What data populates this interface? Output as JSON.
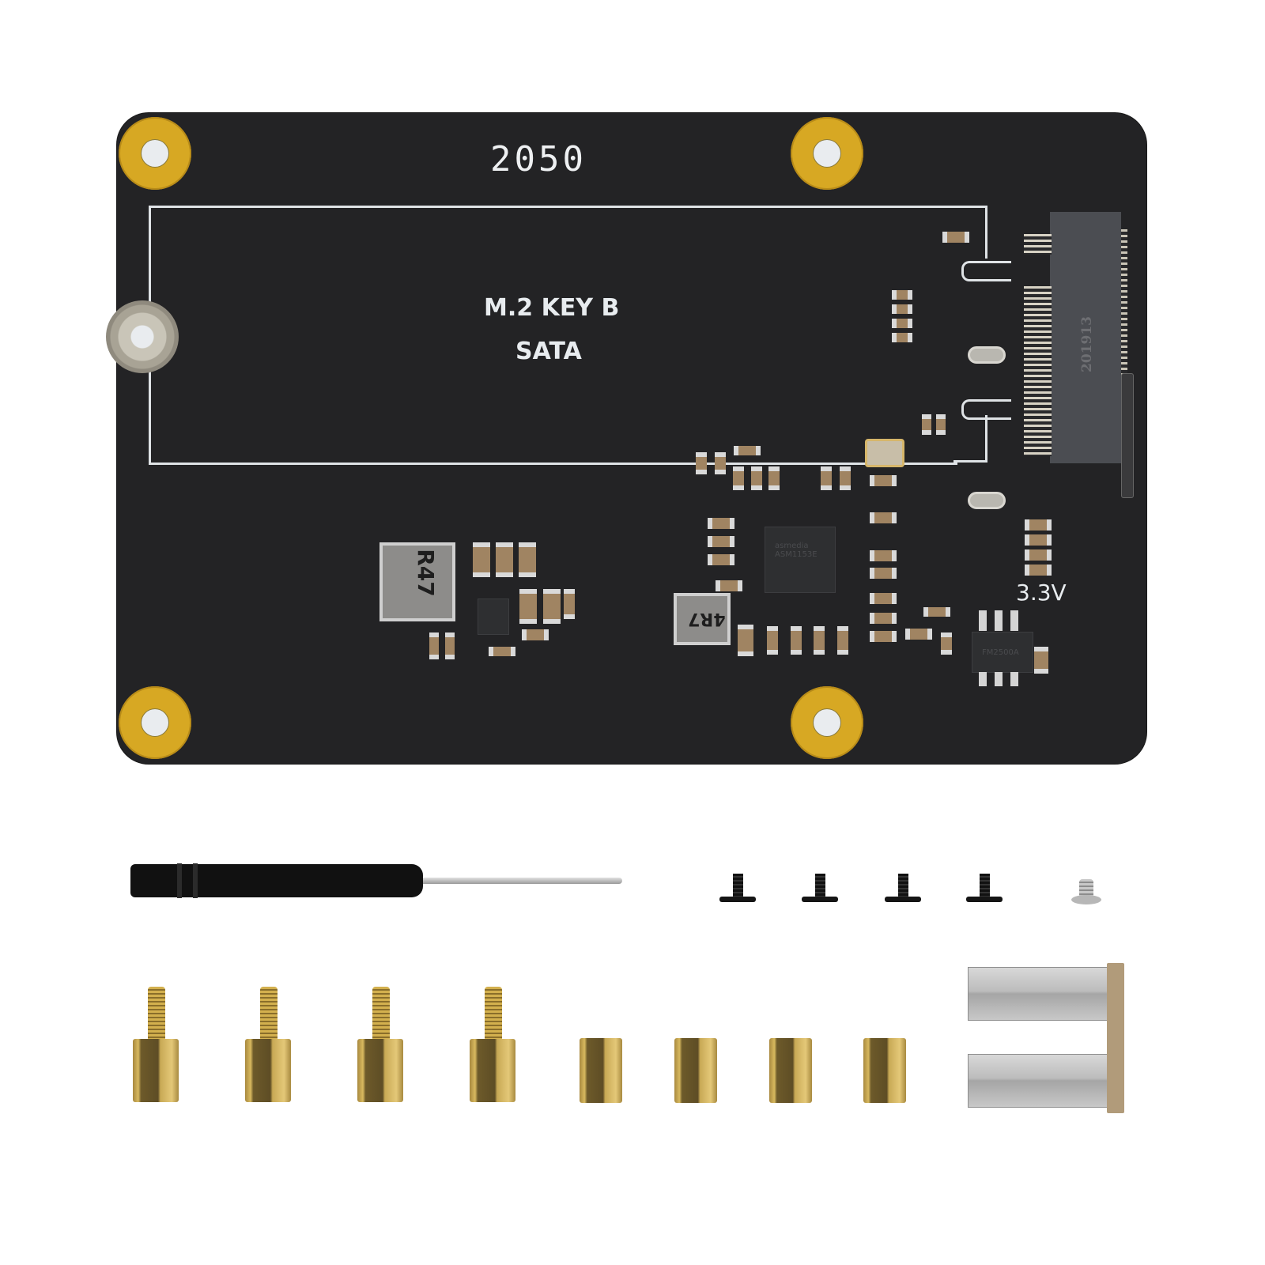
{
  "image": {
    "description": "Product photo: M.2 Key B SATA expansion board (black PCB) with accessory kit on white background",
    "background_color": "#ffffff"
  },
  "pcb": {
    "color": "#232325",
    "mounting_hole_color": "#d7a823",
    "silkscreen": {
      "size_label": "2050",
      "slot_title": "M.2 KEY B",
      "slot_subtitle": "SATA",
      "voltage_label": "3.3V"
    },
    "connector": {
      "name": "M.2 socket",
      "marking": "201913",
      "key_letter": "B"
    },
    "components": {
      "inductor_1_marking": "R47",
      "inductor_2_marking": "4R7",
      "controller_marking": "asmedia ASM1153E",
      "regulator_marking": "FM2500A"
    }
  },
  "accessories": {
    "screwdriver": {
      "count": 1,
      "handle_color": "#111111"
    },
    "black_screws": {
      "count": 4
    },
    "silver_screw": {
      "count": 1
    },
    "brass_standoffs_male_female": {
      "count": 4
    },
    "brass_standoffs_female_female": {
      "count": 4
    },
    "usb_bridge_connector": {
      "count": 1,
      "ports": 2
    }
  }
}
